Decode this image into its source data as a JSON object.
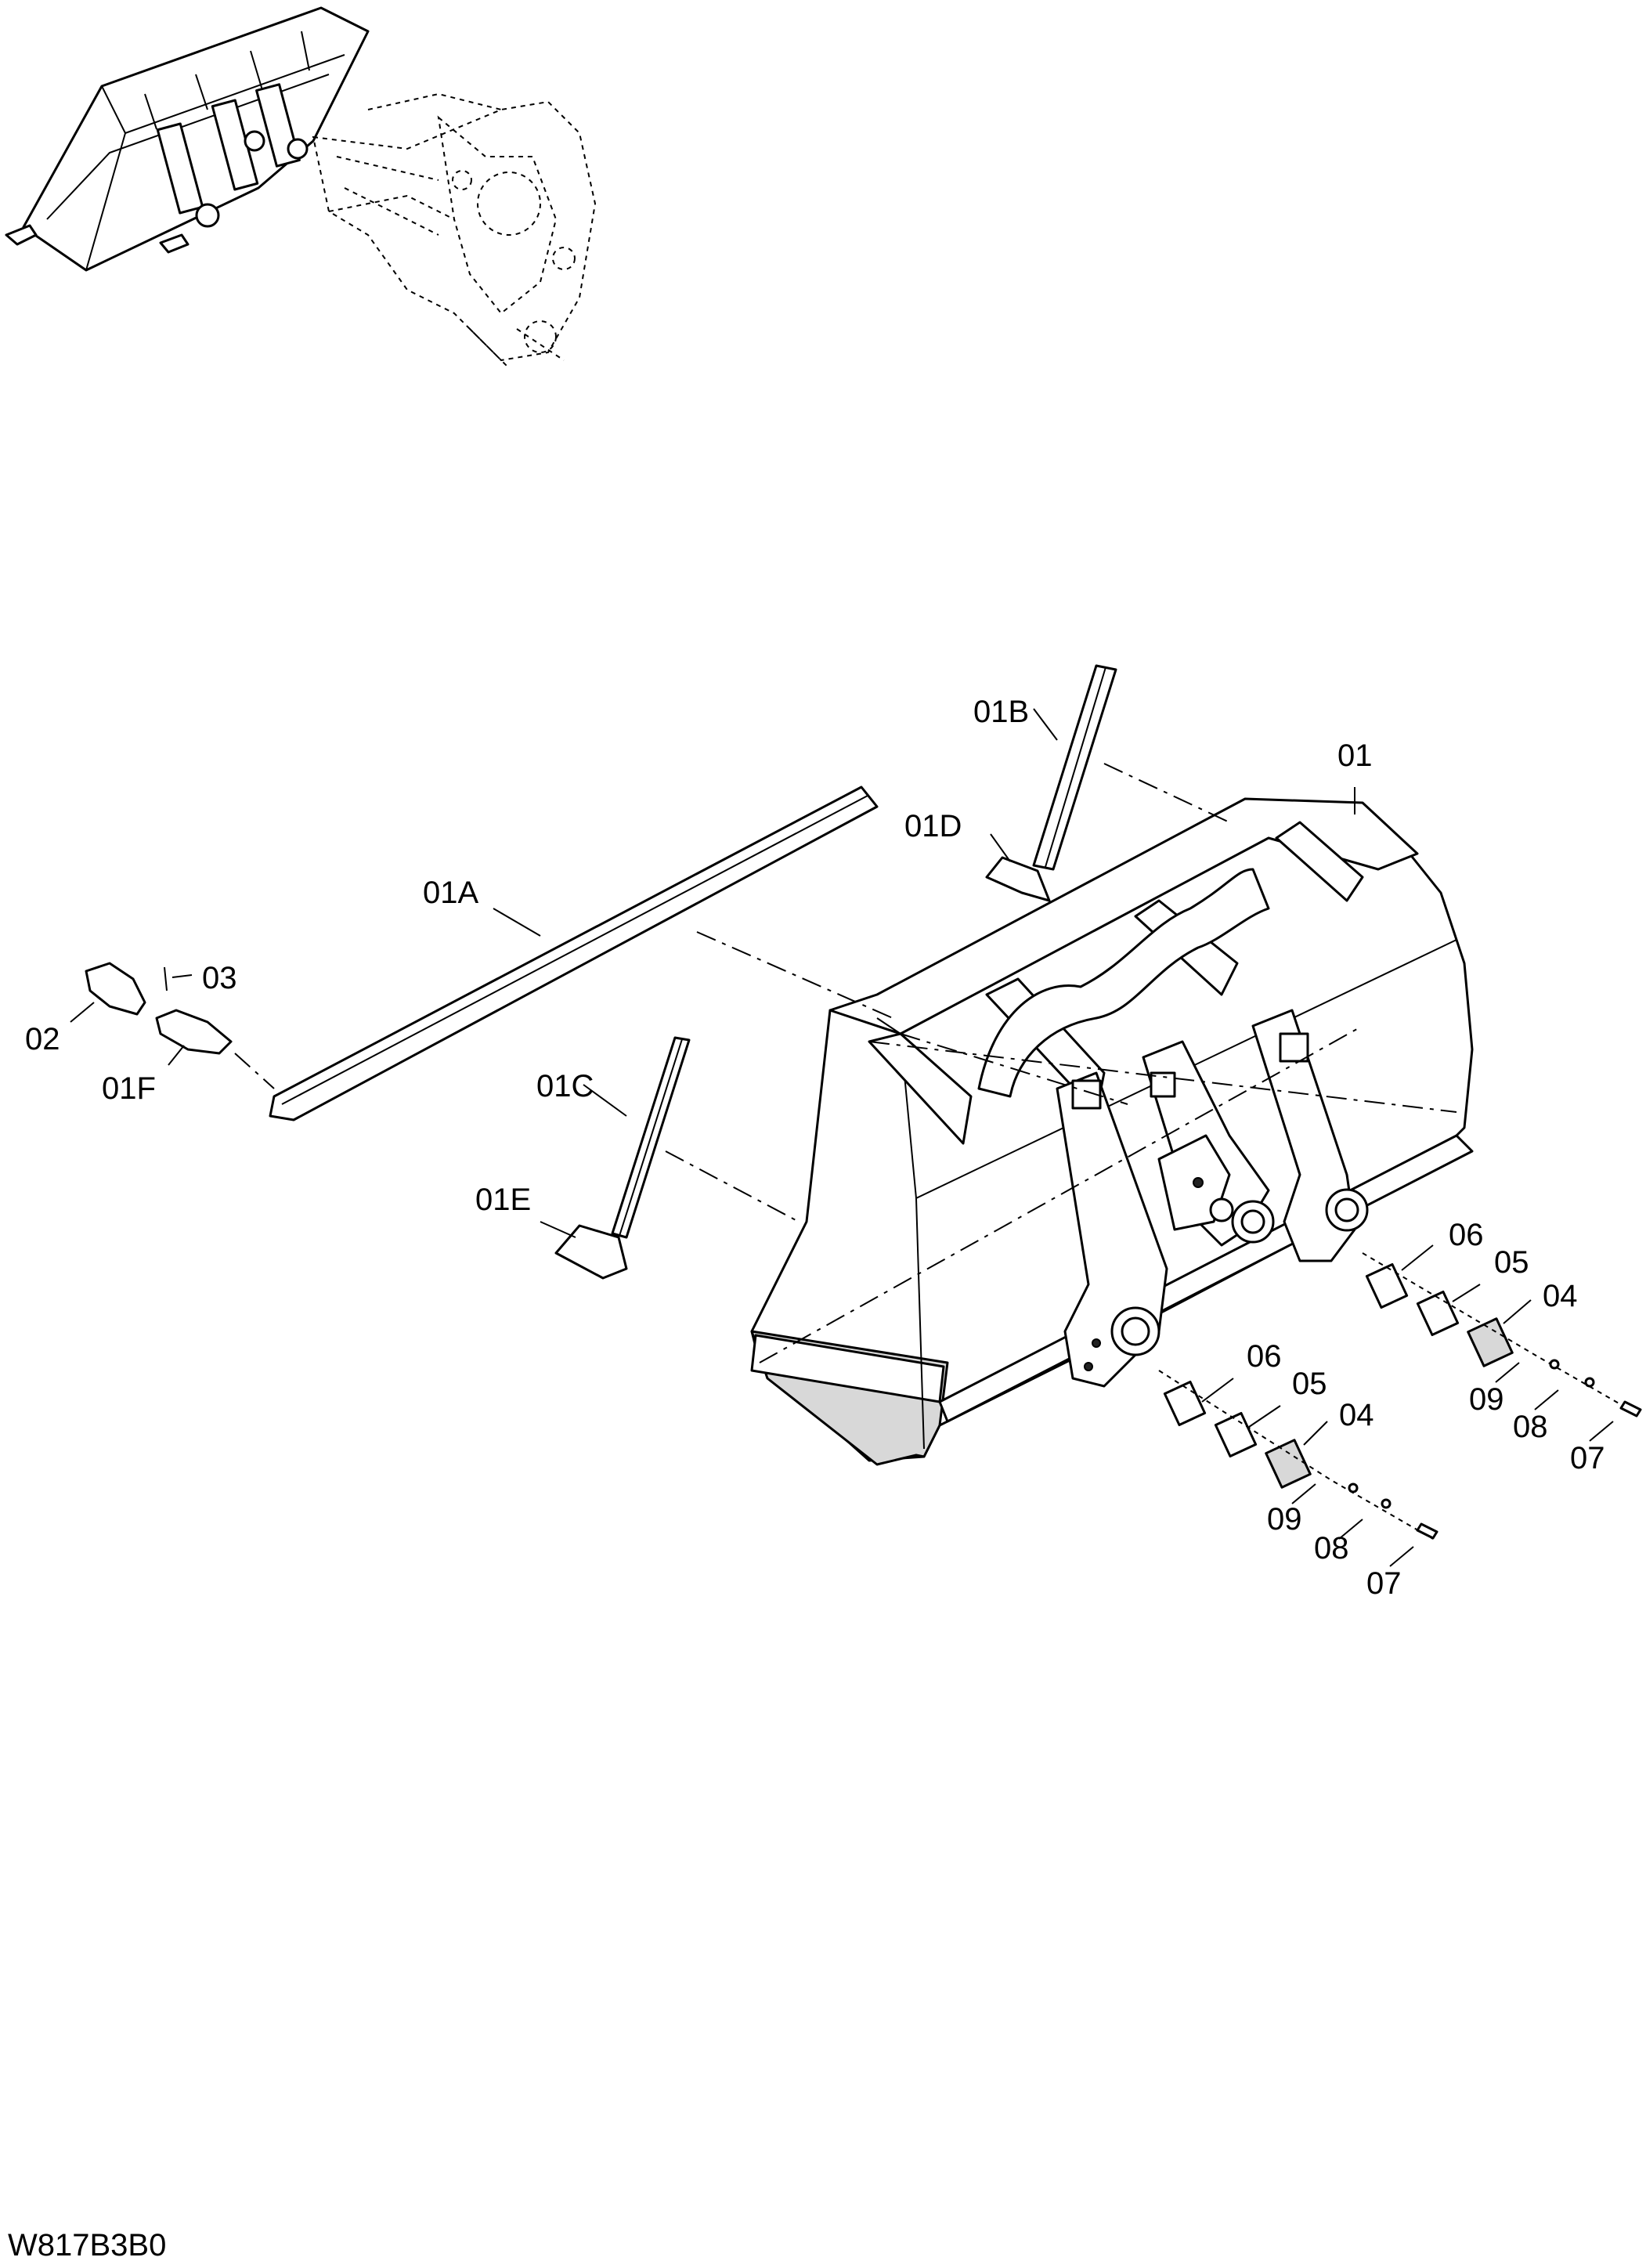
{
  "diagram_code": "W817B3B0",
  "callouts": {
    "bucket": "01",
    "cutting_edge": "01A",
    "side_cutter_right": "01B",
    "side_cutter_left": "01C",
    "end_bit_right": "01D",
    "end_bit_left": "01E",
    "tooth_adapter": "01F",
    "tooth": "02",
    "pin": "03",
    "shim_plate_a": "04",
    "shim_a": "05",
    "shim_b": "06",
    "bolt": "07",
    "lock_washer": "08",
    "washer": "09"
  },
  "colors": {
    "line": "#000000",
    "background": "#ffffff"
  }
}
